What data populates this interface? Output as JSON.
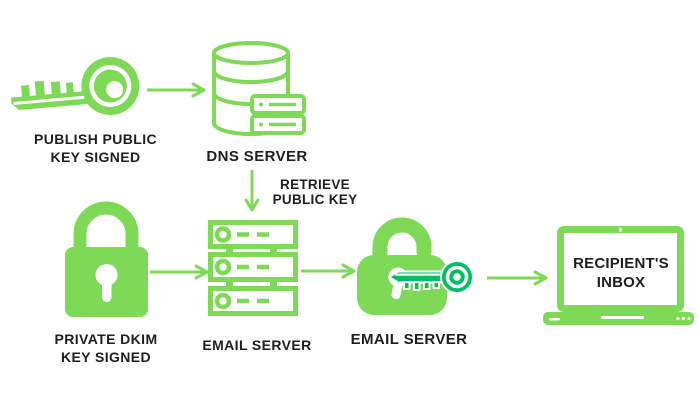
{
  "colors": {
    "accent_green": "#7ED957",
    "key_green": "#00BF63",
    "text": "#1E1E1E",
    "background": "#FFFFFF"
  },
  "nodes": {
    "publish_key": {
      "label_line1": "PUBLISH PUBLIC",
      "label_line2": "KEY SIGNED",
      "icon": "key-icon"
    },
    "dns_server": {
      "label": "DNS SERVER",
      "icon": "database-server-icon"
    },
    "retrieve": {
      "label_line1": "RETRIEVE",
      "label_line2": "PUBLIC KEY",
      "icon": "arrow-down-icon"
    },
    "private_key": {
      "label_line1": "PRIVATE DKIM",
      "label_line2": "KEY SIGNED",
      "icon": "locked-padlock-icon"
    },
    "email_server_outgoing": {
      "label": "EMAIL SERVER",
      "icon": "server-stack-icon"
    },
    "email_server_verify": {
      "label": "EMAIL SERVER",
      "icon": "unlocked-padlock-key-icon"
    },
    "recipient_inbox": {
      "label_line1": "RECIPIENT'S",
      "label_line2": "INBOX",
      "icon": "laptop-icon"
    }
  }
}
